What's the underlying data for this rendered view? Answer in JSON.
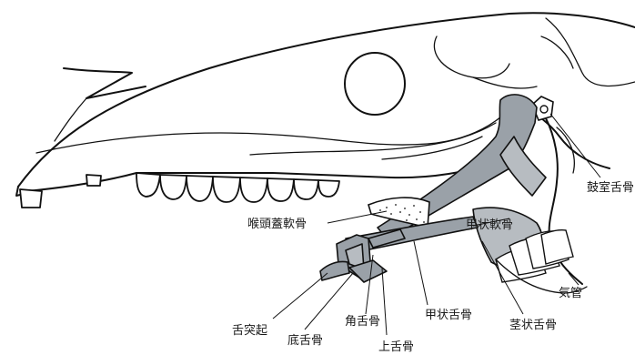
{
  "labels": {
    "stylohyoid_tympanohyoid": "鼓室舌骨",
    "epiglottic_cartilage": "喉頭蓋軟骨",
    "thyroid_cartilage": "甲状軟骨",
    "trachea": "気管",
    "stylohyoid": "茎状舌骨",
    "thyrohyoid": "甲状舌骨",
    "ceratohyoid": "角舌骨",
    "epihyoid": "上舌骨",
    "lingual_process": "舌突起",
    "basihyoid": "底舌骨"
  },
  "colors": {
    "ink": "#111111",
    "bone_fill": "#9aa1a8",
    "background": "#ffffff"
  }
}
